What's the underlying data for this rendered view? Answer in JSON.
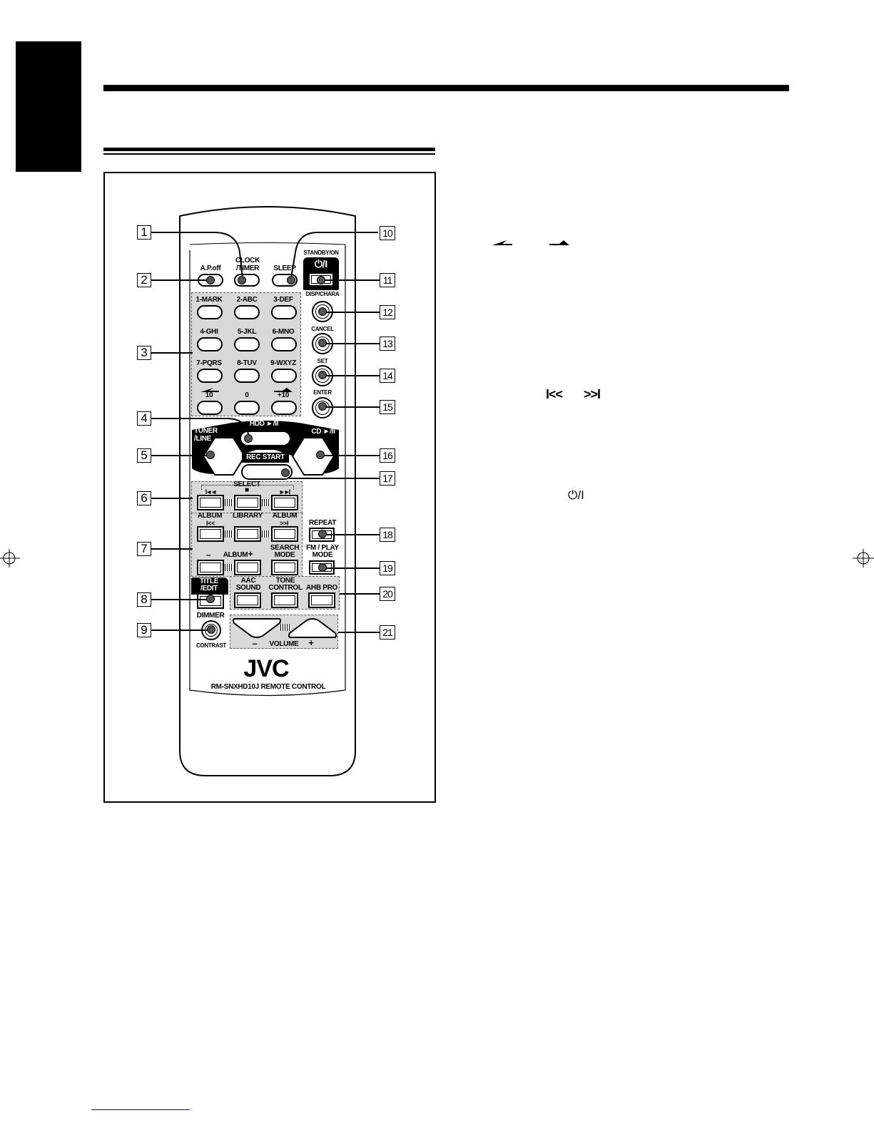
{
  "remote": {
    "clock_timer": [
      "CLOCK",
      "/TIMER"
    ],
    "sleep": "SLEEP",
    "standby_on": "STANDBY/ON",
    "power_symbol": "⏻/I",
    "ap_off": "A.P.off",
    "disp_chara": "DISP/CHARA",
    "cancel": "CANCEL",
    "set": "SET",
    "enter": "ENTER",
    "keypad": [
      "1-MARK",
      "2-ABC",
      "3-DEF",
      "4-GHI",
      "5-JKL",
      "6-MNO",
      "7-PQRS",
      "8-TUV",
      "9-WXYZ",
      "10",
      "0",
      "+10"
    ],
    "hdd": "HDD ►/II",
    "tuner_line": [
      "TUNER",
      "/LINE"
    ],
    "cd": "CD ►/II",
    "rec_start": "REC START",
    "select": "SELECT",
    "prev_icon": "I◄◄",
    "stop_icon": "■",
    "next_icon": "►►I",
    "album": "ALBUM",
    "library": "LIBRARY",
    "album_prev_icon": "I<<",
    "album_next_icon": ">>I",
    "album_minus": "–",
    "album_plus": "+",
    "album_mid": "ALBUM",
    "search_mode": [
      "SEARCH",
      "MODE"
    ],
    "repeat": "REPEAT",
    "fm_play_mode": [
      "FM / PLAY",
      "MODE"
    ],
    "title_edit": [
      "TITLE",
      "/EDIT"
    ],
    "aac_sound": [
      "AAC",
      "SOUND"
    ],
    "tone_control": [
      "TONE",
      "CONTROL"
    ],
    "ahb_pro": "AHB PRO",
    "dimmer": "DIMMER",
    "contrast": "CONTRAST",
    "volume": "VOLUME",
    "vol_minus": "–",
    "vol_plus": "+",
    "brand": "JVC",
    "model": "RM-SNXHD10J  REMOTE CONTROL"
  },
  "callouts": [
    "1",
    "2",
    "3",
    "4",
    "5",
    "6",
    "7",
    "8",
    "9",
    "10",
    "11",
    "12",
    "13",
    "14",
    "15",
    "16",
    "17",
    "18",
    "19",
    "20",
    "21"
  ],
  "right_symbols": {
    "skip_prev": "I<<",
    "skip_next": ">>I",
    "power": "⏻/I"
  }
}
